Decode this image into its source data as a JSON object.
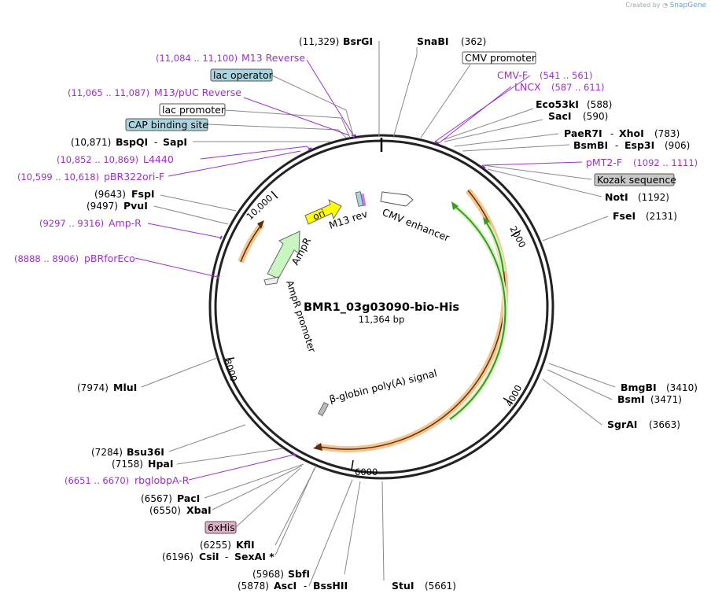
{
  "credit": {
    "created_by": "Created by",
    "brand": "SnapGene"
  },
  "plasmid": {
    "name": "BMR1_03g03090-bio-His",
    "size": "11,364 bp"
  },
  "ticks": [
    "2000",
    "4000",
    "6000",
    "8000",
    "10,000"
  ],
  "sites": {
    "bsrgi": {
      "name": "BsrGI",
      "pos": "(11,329)"
    },
    "snabi": {
      "name": "SnaBI",
      "pos": "(362)"
    },
    "eco53ki": {
      "name": "Eco53kI",
      "pos": "(588)"
    },
    "saci": {
      "name": "SacI",
      "pos": "(590)"
    },
    "paer7i": {
      "name": "PaeR7I",
      "sep": "-",
      "name2": "XhoI",
      "pos": "(783)"
    },
    "bsmbi": {
      "name": "BsmBI",
      "sep": "-",
      "name2": "Esp3I",
      "pos": "(906)"
    },
    "noti": {
      "name": "NotI",
      "pos": "(1192)"
    },
    "fsei": {
      "name": "FseI",
      "pos": "(2131)"
    },
    "bmgbi": {
      "name": "BmgBI",
      "pos": "(3410)"
    },
    "bsmi": {
      "name": "BsmI",
      "pos": "(3471)"
    },
    "sgrai": {
      "name": "SgrAI",
      "pos": "(3663)"
    },
    "stui": {
      "name": "StuI",
      "pos": "(5661)"
    },
    "sbfi": {
      "name": "SbfI",
      "pos": "(5968)"
    },
    "asci": {
      "name": "AscI",
      "sep": "-",
      "name2": "BssHII",
      "pos": "(5878)"
    },
    "csii": {
      "name": "CsiI",
      "sep": "-",
      "name2": "SexAI *",
      "pos": "(6196)"
    },
    "kfli": {
      "name": "KflI",
      "pos": "(6255)"
    },
    "xbai": {
      "name": "XbaI",
      "pos": "(6550)"
    },
    "paci": {
      "name": "PacI",
      "pos": "(6567)"
    },
    "hpai": {
      "name": "HpaI",
      "pos": "(7158)"
    },
    "bsu36i": {
      "name": "Bsu36I",
      "pos": "(7284)"
    },
    "mlui": {
      "name": "MluI",
      "pos": "(7974)"
    },
    "pvui": {
      "name": "PvuI",
      "pos": "(9497)"
    },
    "fspi": {
      "name": "FspI",
      "pos": "(9643)"
    },
    "bspqi": {
      "name": "BspQI",
      "sep": "-",
      "name2": "SapI",
      "pos": "(10,871)"
    }
  },
  "primers": {
    "m13rev": {
      "name": "M13 Reverse",
      "pos": "(11,084 .. 11,100)"
    },
    "m13puc": {
      "name": "M13/pUC Reverse",
      "pos": "(11,065 .. 11,087)"
    },
    "l4440": {
      "name": "L4440",
      "pos": "(10,852 .. 10,869)"
    },
    "pbr322ori": {
      "name": "pBR322ori-F",
      "pos": "(10,599 .. 10,618)"
    },
    "ampr": {
      "name": "Amp-R",
      "pos": "(9297 .. 9316)"
    },
    "pbrforeco": {
      "name": "pBRforEco",
      "pos": "(8888 .. 8906)"
    },
    "cmvf": {
      "name": "CMV-F",
      "pos": "(541 .. 561)"
    },
    "lncx": {
      "name": "LNCX",
      "pos": "(587 .. 611)"
    },
    "pmt2f": {
      "name": "pMT2-F",
      "pos": "(1092 .. 1111)"
    },
    "rbglobpa": {
      "name": "rbglobpA-R",
      "pos": "(6651 .. 6670)"
    }
  },
  "boxed": {
    "cmv_promoter": "CMV promoter",
    "lac_operator": "lac operator",
    "lac_promoter": "lac promoter",
    "cap_site": "CAP binding site",
    "kozak": "Kozak sequence",
    "his6": "6xHis"
  },
  "features": {
    "m13rev": "M13 rev",
    "cmv_enhancer": "CMV enhancer",
    "ori": "ori",
    "ampr": "AmpR",
    "ampr_promoter": "AmpR promoter",
    "globin_signal": "β-globin poly(A) signal"
  },
  "colors": {
    "primer": "#9b30c8",
    "cds_orange": "#f5c48a",
    "cds_green": "#3a9a1a",
    "ori_yellow": "#ffff00",
    "ampr_green": "#c8f5c0",
    "box_blue": "#a8d4e0",
    "box_gray": "#c8c8c8",
    "box_pink": "#e0b0c8"
  }
}
